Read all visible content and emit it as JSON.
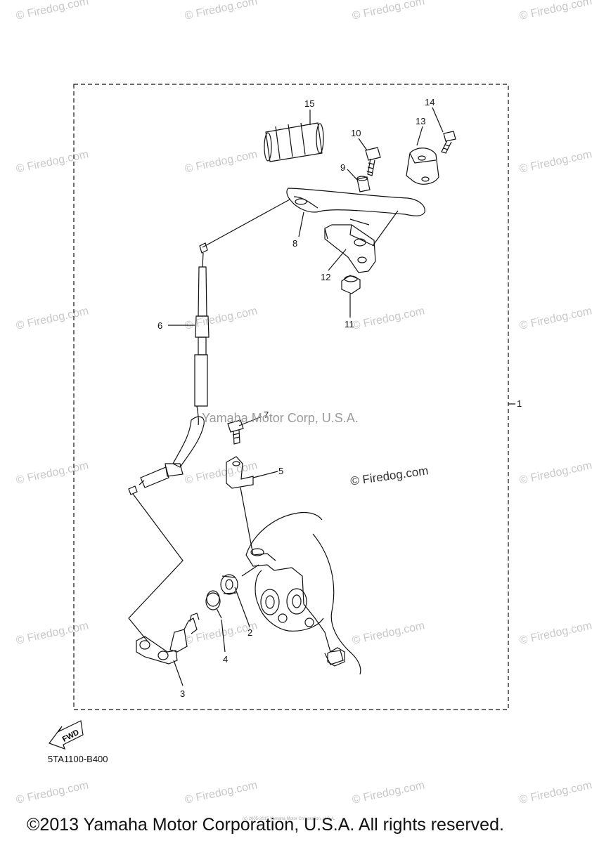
{
  "watermark_text": "© Firedog.com",
  "center_watermark": "Yamaha Motor Corp, U.S.A.",
  "center_firedog": "© Firedog.com",
  "callouts": {
    "c1": "1",
    "c2": "2",
    "c3": "3",
    "c4": "4",
    "c5": "5",
    "c6": "6",
    "c7": "7",
    "c8": "8",
    "c9": "9",
    "c10": "10",
    "c11": "11",
    "c12": "12",
    "c13": "13",
    "c14": "14",
    "c15": "15"
  },
  "fwd_label": "FWD",
  "part_code": "5TA1100-B400",
  "tiny_credit": "(c) 2005-2015 Yamaha Motor Corporation, U.S.A.",
  "copyright": "©2013 Yamaha Motor Corporation, U.S.A. All rights reserved."
}
